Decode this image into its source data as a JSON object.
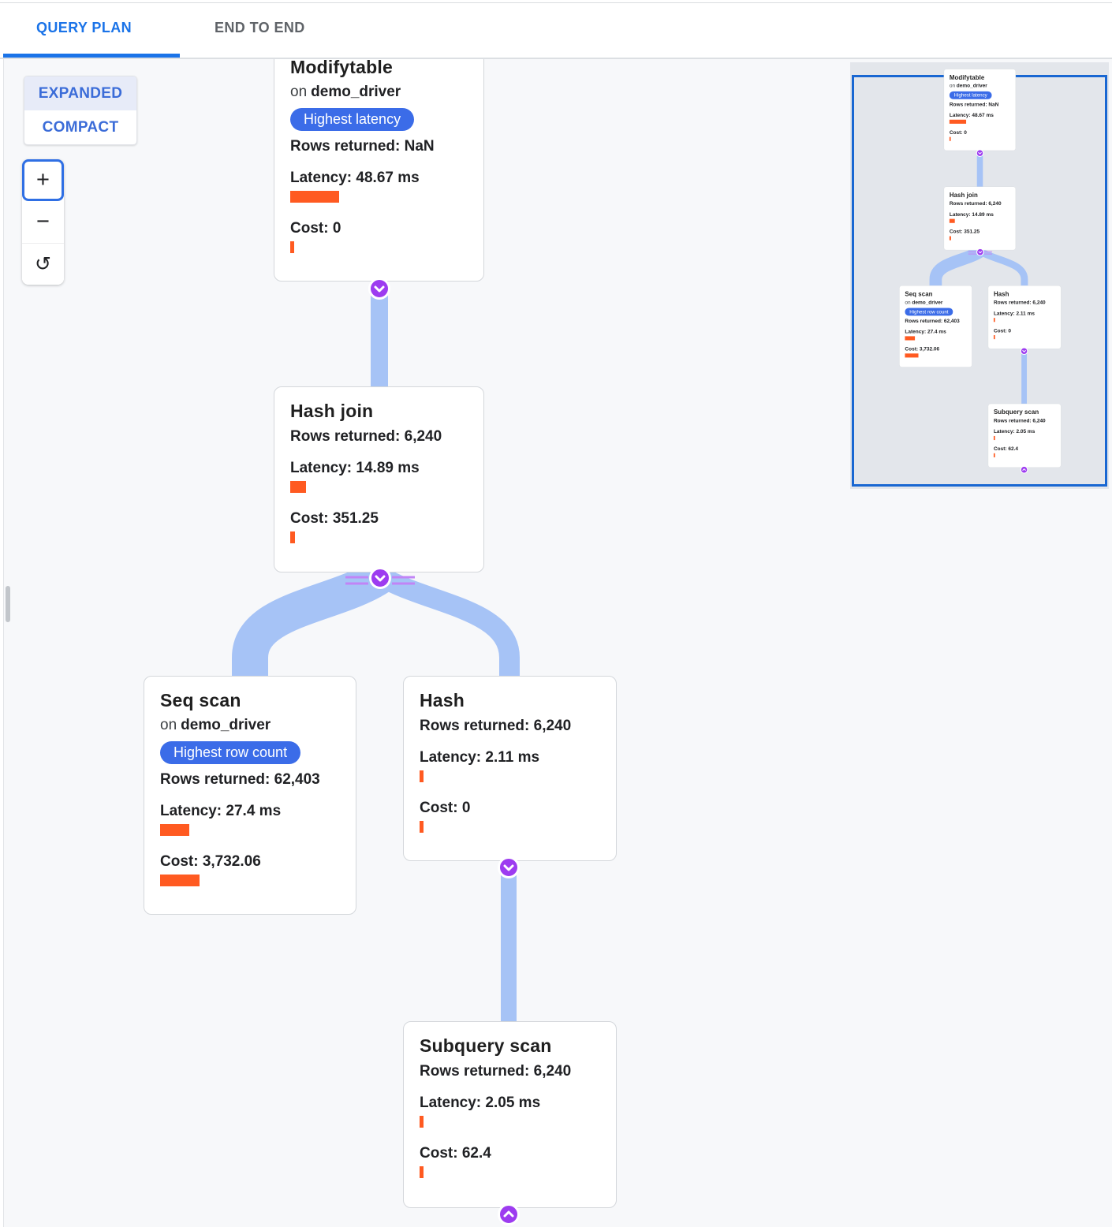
{
  "tabs": [
    {
      "label": "QUERY PLAN",
      "active": true
    },
    {
      "label": "END TO END",
      "active": false
    }
  ],
  "layout_toggle": {
    "options": [
      {
        "label": "EXPANDED",
        "selected": true
      },
      {
        "label": "COMPACT",
        "selected": false
      }
    ]
  },
  "zoom_controls": {
    "zoom_in": "+",
    "zoom_out": "−",
    "reset": "↺"
  },
  "nodes": [
    {
      "title": "Modifytable",
      "on_prefix": "on",
      "table": "demo_driver",
      "badge": "Highest latency",
      "rows": "Rows returned: NaN",
      "latency": "Latency: 48.67 ms",
      "latency_bar": 62,
      "cost": "Cost: 0",
      "cost_bar": 5,
      "expander_icon": "chevron-down-icon"
    },
    {
      "title": "Hash join",
      "rows": "Rows returned: 6,240",
      "latency": "Latency: 14.89 ms",
      "latency_bar": 20,
      "cost": "Cost: 351.25",
      "cost_bar": 6,
      "expander_icon": "chevron-down-icon"
    },
    {
      "title": "Seq scan",
      "on_prefix": "on",
      "table": "demo_driver",
      "badge": "Highest row count",
      "rows": "Rows returned: 62,403",
      "latency": "Latency: 27.4 ms",
      "latency_bar": 37,
      "cost": "Cost: 3,732.06",
      "cost_bar": 50
    },
    {
      "title": "Hash",
      "rows": "Rows returned: 6,240",
      "latency": "Latency: 2.11 ms",
      "latency_bar": 5,
      "cost": "Cost: 0",
      "cost_bar": 5,
      "expander_icon": "chevron-down-icon"
    },
    {
      "title": "Subquery scan",
      "rows": "Rows returned: 6,240",
      "latency": "Latency: 2.05 ms",
      "latency_bar": 5,
      "cost": "Cost: 62.4",
      "cost_bar": 5,
      "expander_icon": "chevron-up-icon"
    }
  ],
  "edges": [
    {
      "from": "Modifytable",
      "to": "Hash join"
    },
    {
      "from": "Hash join",
      "to": "Seq scan"
    },
    {
      "from": "Hash join",
      "to": "Hash"
    },
    {
      "from": "Hash",
      "to": "Subquery scan"
    }
  ],
  "colors": {
    "tab_active_blue": "#1a73e8",
    "badge_blue": "#3b6ce8",
    "metric_bar_orange": "#ff5a21",
    "flow_link_blue": "#a6c3f6",
    "expander_purple": "#9d3cf0",
    "expander_lines_purple": "#c184f6",
    "minimap_viewport_blue": "#1967d2",
    "minimap_background": "#e3e6eb",
    "canvas_background": "#f7f8fa"
  }
}
